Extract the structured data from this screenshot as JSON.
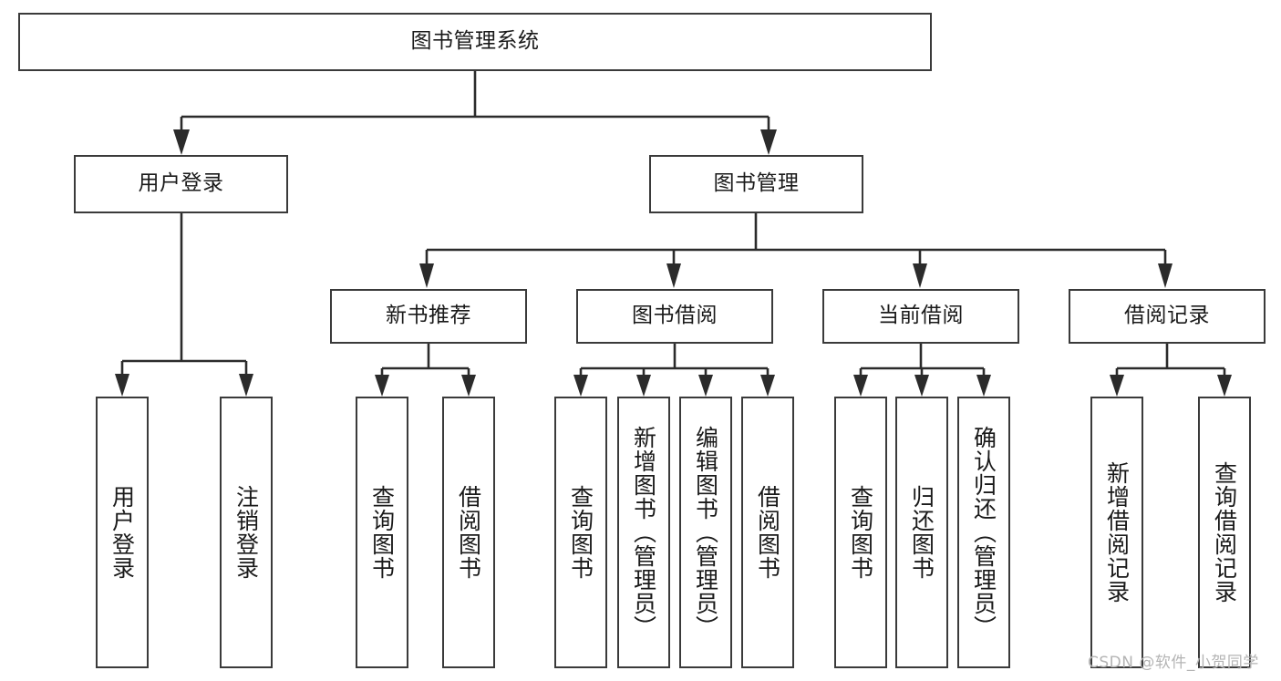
{
  "diagram": {
    "type": "tree",
    "title": "图书管理系统",
    "orientation": "top-down",
    "watermark": "CSDN @软件_小贺同学",
    "colors": {
      "box_border": "#3a3a3a",
      "box_fill": "#ffffff",
      "edge": "#2b2b2b",
      "text": "#1a1a1a",
      "watermark": "#b4b4b4"
    }
  },
  "nodes": {
    "root": {
      "label": "图书管理系统"
    },
    "level2": [
      {
        "id": "user-login",
        "label": "用户登录"
      },
      {
        "id": "book-manage",
        "label": "图书管理"
      }
    ],
    "level3": [
      {
        "id": "new-book-rec",
        "label": "新书推荐"
      },
      {
        "id": "book-borrow",
        "label": "图书借阅"
      },
      {
        "id": "current-borrow",
        "label": "当前借阅"
      },
      {
        "id": "borrow-record",
        "label": "借阅记录"
      }
    ],
    "leaves": [
      {
        "id": "leaf-user-login",
        "label": "用户登录",
        "parent": "user-login"
      },
      {
        "id": "leaf-logout",
        "label": "注销登录",
        "parent": "user-login"
      },
      {
        "id": "leaf-query-book-1",
        "label": "查询图书",
        "parent": "new-book-rec"
      },
      {
        "id": "leaf-borrow-book-1",
        "label": "借阅图书",
        "parent": "new-book-rec"
      },
      {
        "id": "leaf-query-book-2",
        "label": "查询图书",
        "parent": "book-borrow"
      },
      {
        "id": "leaf-add-book",
        "label": "新增图书（管理员）",
        "parent": "book-borrow"
      },
      {
        "id": "leaf-edit-book",
        "label": "编辑图书（管理员）",
        "parent": "book-borrow"
      },
      {
        "id": "leaf-borrow-book-2",
        "label": "借阅图书",
        "parent": "book-borrow"
      },
      {
        "id": "leaf-query-book-3",
        "label": "查询图书",
        "parent": "current-borrow"
      },
      {
        "id": "leaf-return-book",
        "label": "归还图书",
        "parent": "current-borrow"
      },
      {
        "id": "leaf-confirm-return",
        "label": "确认归还（管理员）",
        "parent": "current-borrow"
      },
      {
        "id": "leaf-add-record",
        "label": "新增借阅记录",
        "parent": "borrow-record"
      },
      {
        "id": "leaf-query-record",
        "label": "查询借阅记录",
        "parent": "borrow-record"
      }
    ]
  }
}
